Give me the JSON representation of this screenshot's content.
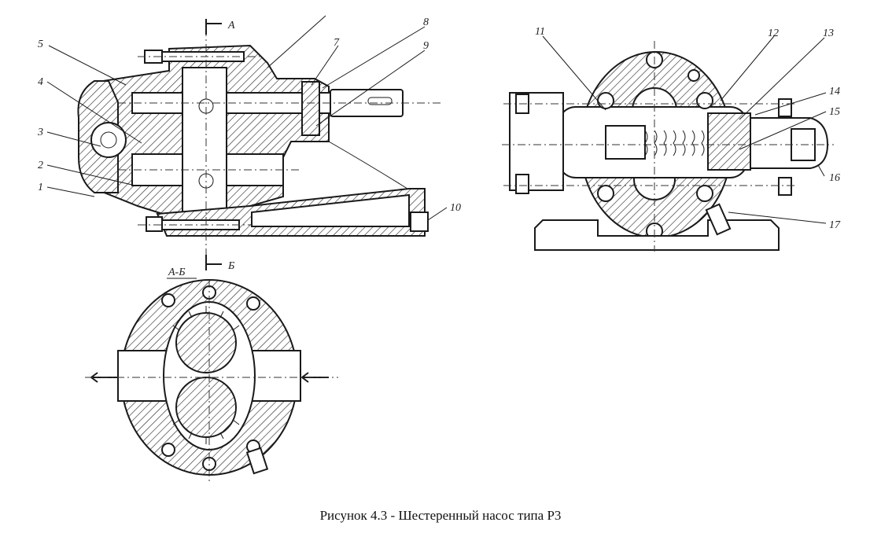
{
  "caption": "Рисунок 4.3 - Шестеренный насос типа Р3",
  "section_marks": {
    "top": "А",
    "bottom": "Б",
    "section_title": "А-Б"
  },
  "part_labels": [
    "1",
    "2",
    "3",
    "4",
    "5",
    "7",
    "8",
    "9",
    "10",
    "11",
    "12",
    "13",
    "14",
    "15",
    "16",
    "17"
  ]
}
